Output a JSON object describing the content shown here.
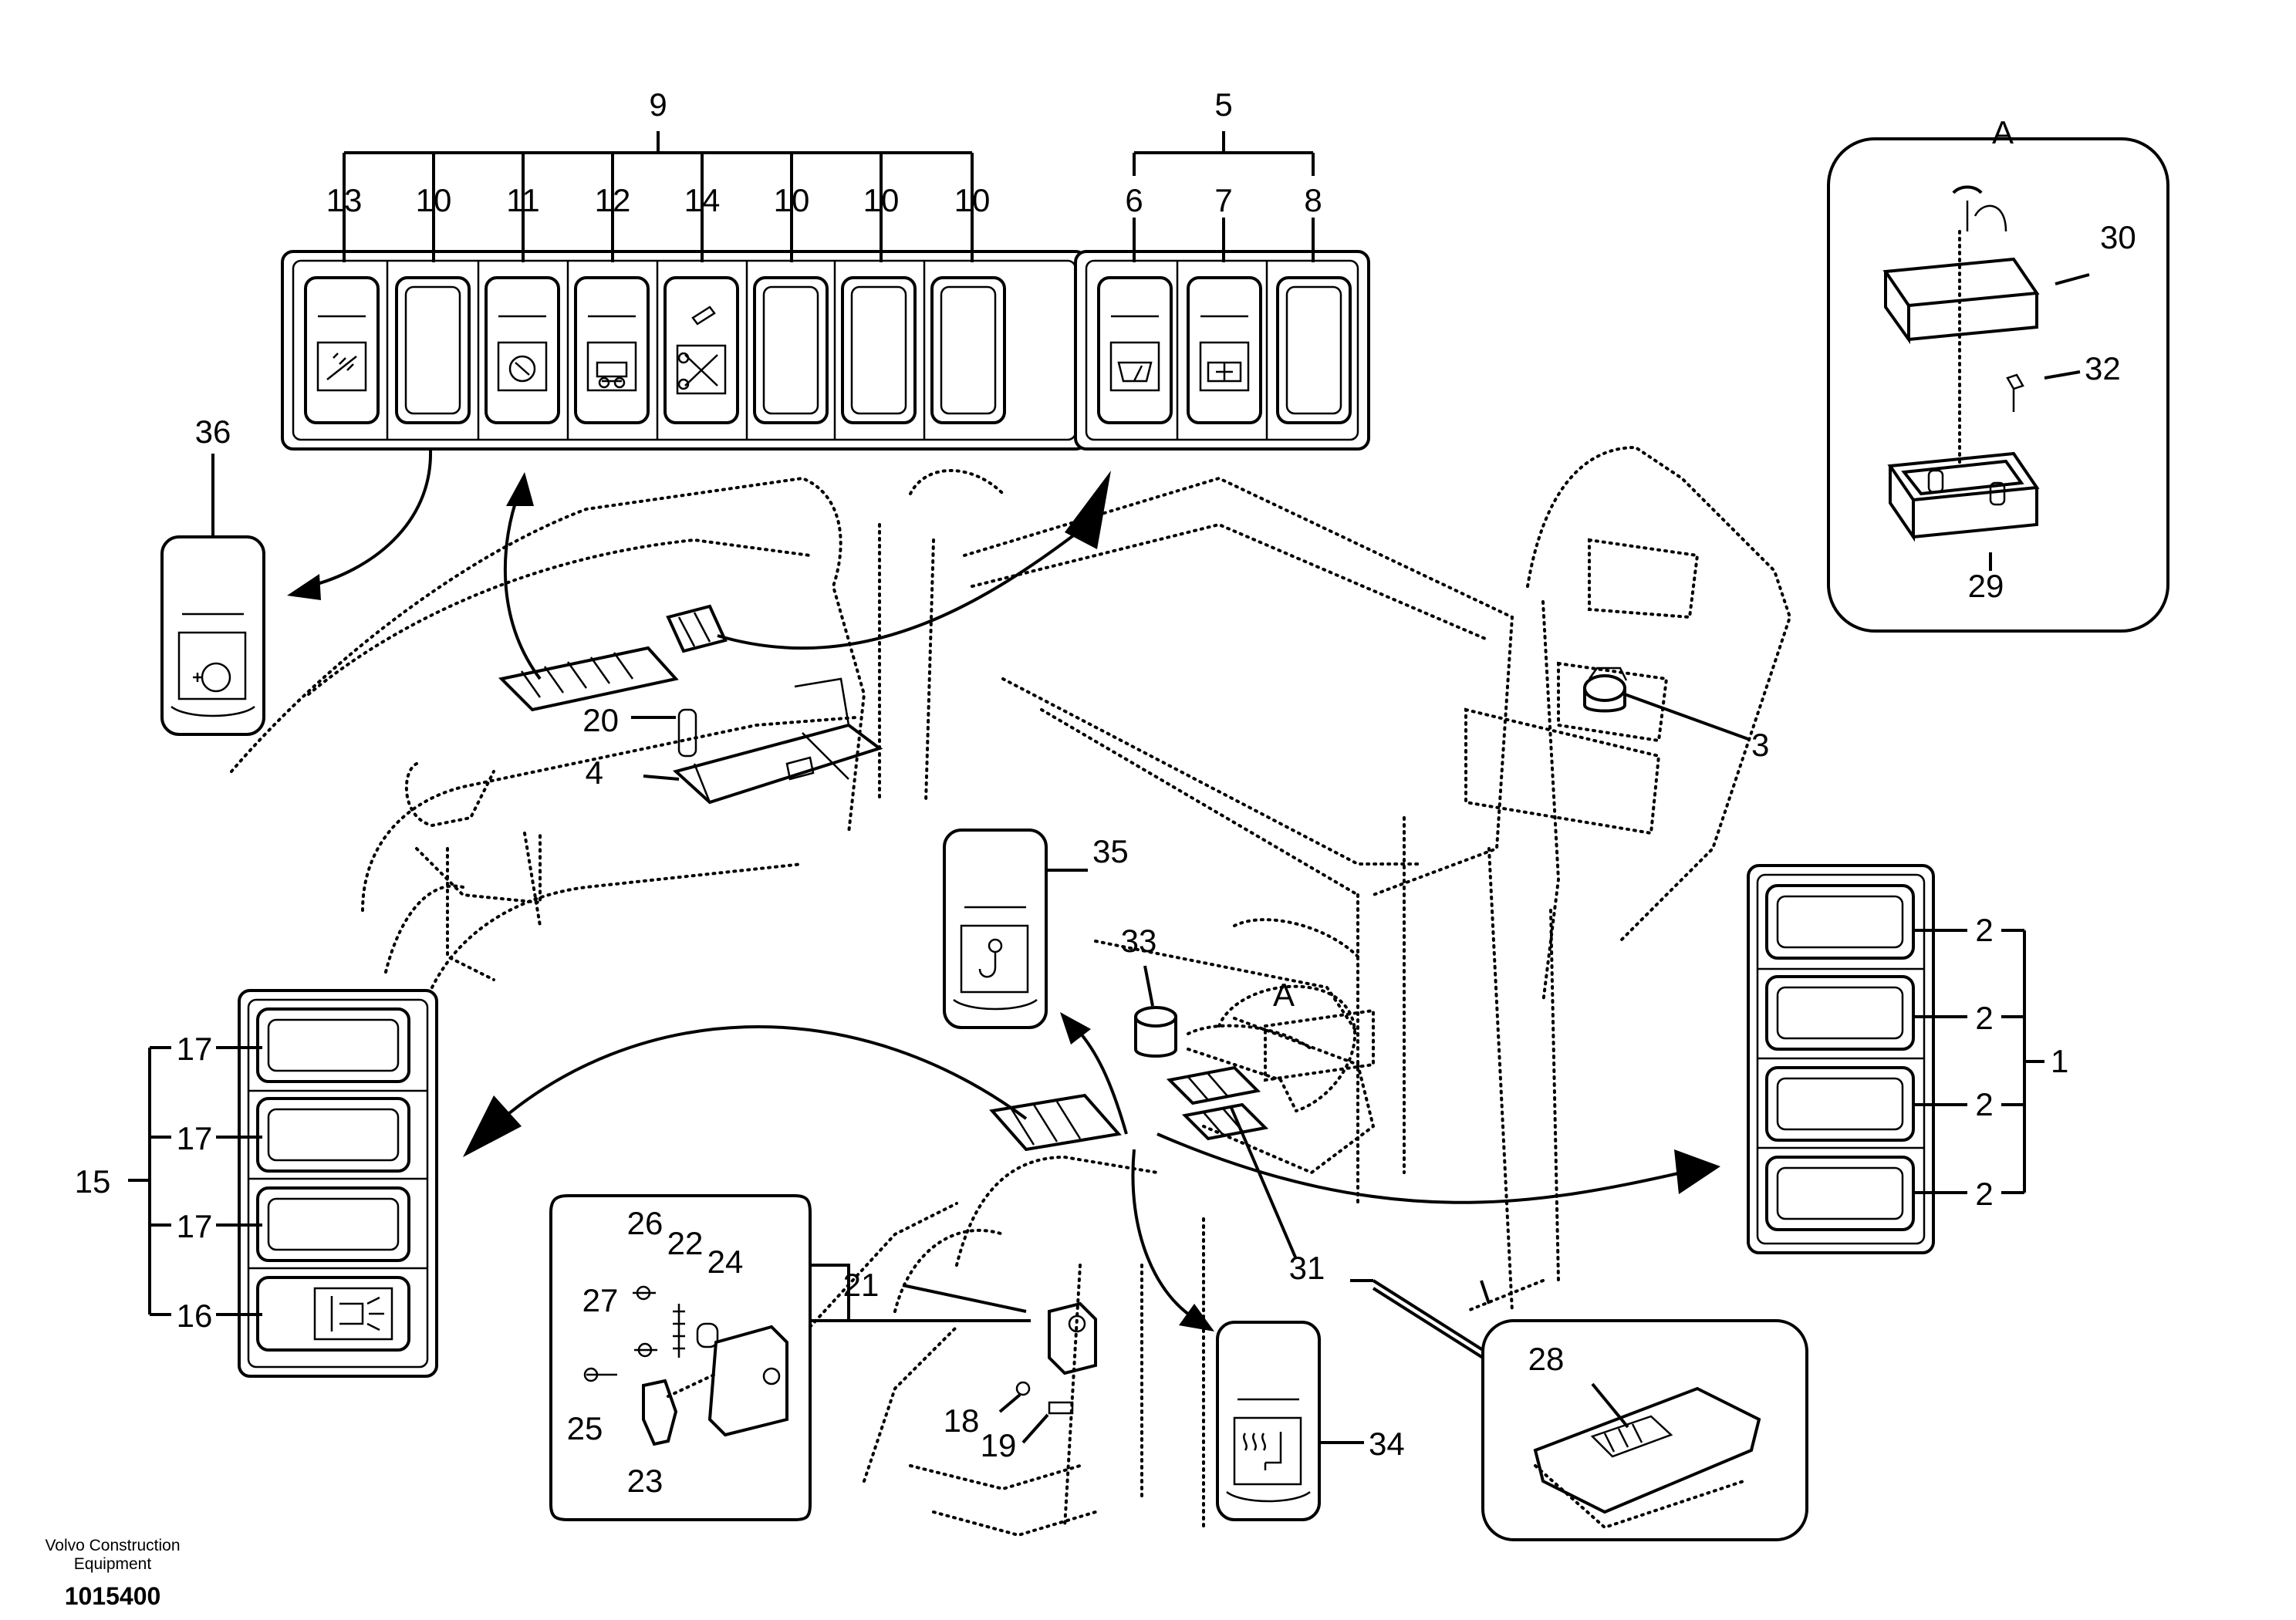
{
  "footer": {
    "company_line1": "Volvo Construction",
    "company_line2": "Equipment",
    "drawing_number": "1015400"
  },
  "callouts": {
    "n1": "1",
    "n2a": "2",
    "n2b": "2",
    "n2c": "2",
    "n2d": "2",
    "n3": "3",
    "n4": "4",
    "n5": "5",
    "n6": "6",
    "n7": "7",
    "n8": "8",
    "n9": "9",
    "n10a": "10",
    "n10b": "10",
    "n10c": "10",
    "n10d": "10",
    "n11": "11",
    "n12": "12",
    "n13": "13",
    "n14": "14",
    "n15": "15",
    "n16": "16",
    "n17a": "17",
    "n17b": "17",
    "n17c": "17",
    "n18": "18",
    "n19": "19",
    "n20": "20",
    "n21": "21",
    "n22": "22",
    "n23": "23",
    "n24": "24",
    "n25": "25",
    "n26": "26",
    "n27": "27",
    "n28": "28",
    "n29": "29",
    "n30": "30",
    "n31": "31",
    "n32": "32",
    "n33": "33",
    "n34": "34",
    "n35": "35",
    "n36": "36",
    "detail_a_top": "A",
    "detail_a_view": "A"
  },
  "icons": {
    "washer": "washer-icon",
    "engine": "engine-icon",
    "travel": "travel-alarm-icon",
    "cutter": "cutter-icon",
    "wiper_front": "wiper-icon",
    "wiper_lower": "lower-wiper-icon",
    "worklight": "work-light-icon",
    "hook": "lifting-hook-icon",
    "seat_heater": "seat-heater-icon",
    "preheat": "preheat-icon"
  }
}
